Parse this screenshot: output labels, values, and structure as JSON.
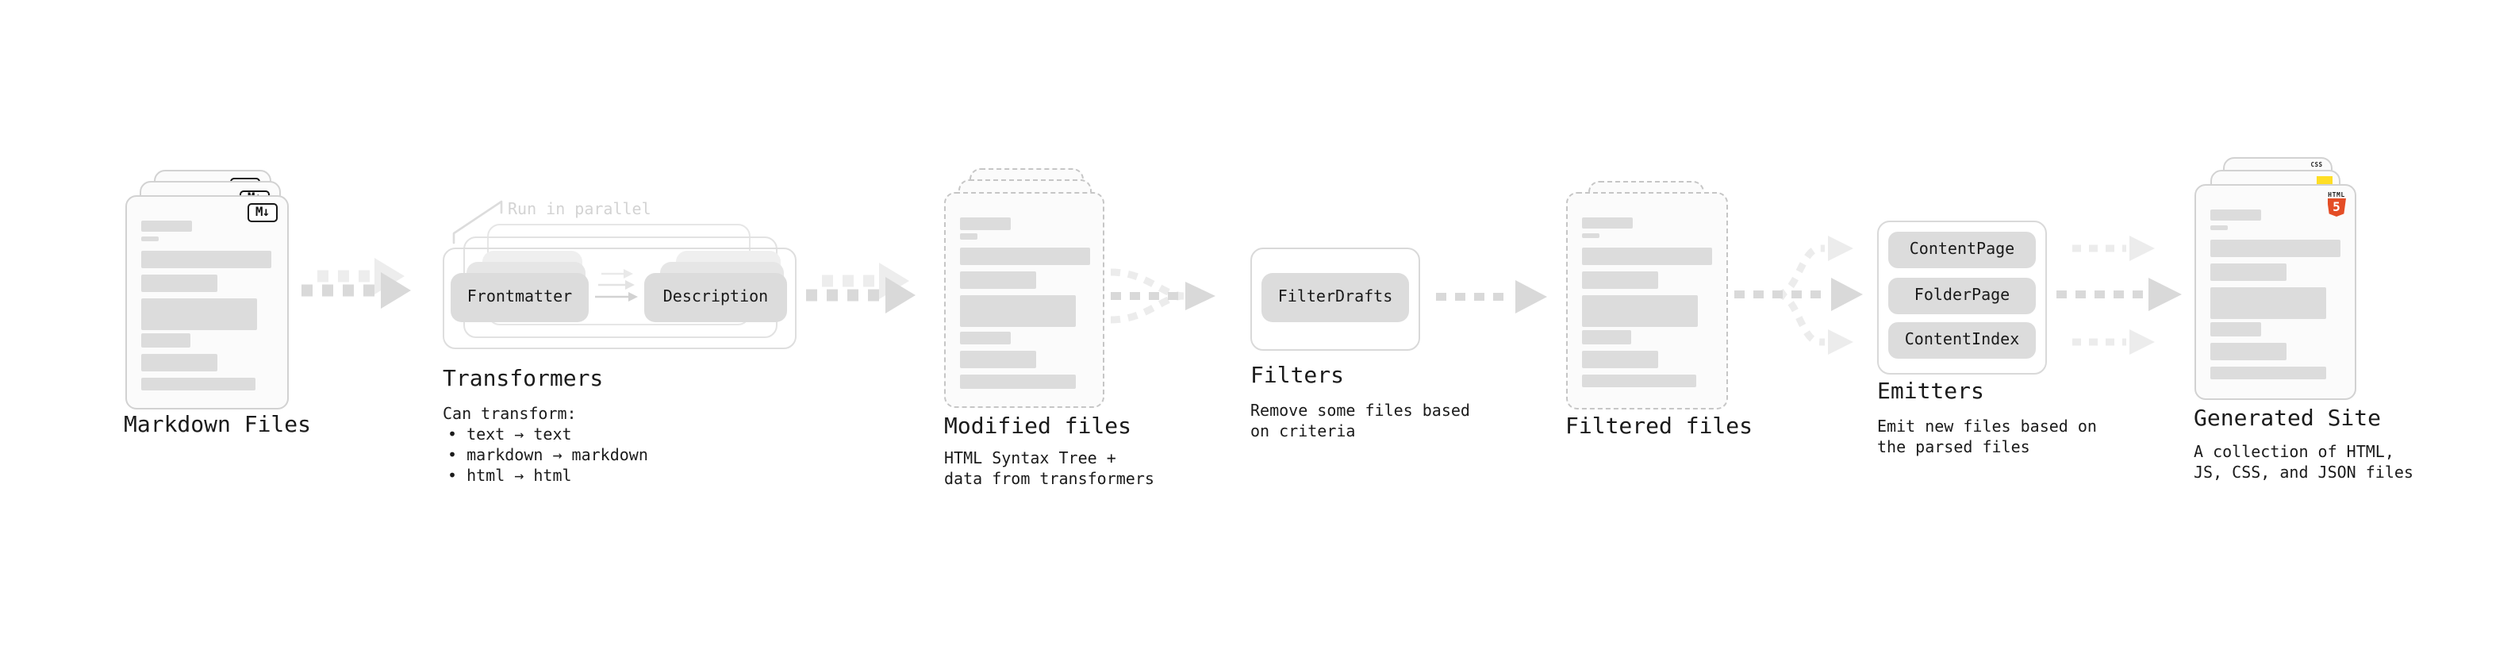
{
  "diagram": {
    "markdown_files": {
      "label": "Markdown Files",
      "badge": "M↓"
    },
    "transformers": {
      "label": "Transformers",
      "note": "Run in parallel",
      "pills": [
        "Frontmatter",
        "Description"
      ],
      "desc_title": "Can transform:",
      "bullets": [
        "• text → text",
        "• markdown → markdown",
        "• html → html"
      ]
    },
    "modified_files": {
      "label": "Modified files",
      "desc": "HTML Syntax Tree +\ndata from transformers"
    },
    "filters": {
      "label": "Filters",
      "pill": "FilterDrafts",
      "desc": "Remove some files based\non criteria"
    },
    "filtered_files": {
      "label": "Filtered files"
    },
    "emitters": {
      "label": "Emitters",
      "pills": [
        "ContentPage",
        "FolderPage",
        "ContentIndex"
      ],
      "desc": "Emit new files based on\nthe parsed files"
    },
    "generated_site": {
      "label": "Generated Site",
      "desc": "A collection of HTML,\nJS, CSS, and JSON files",
      "badges": {
        "css": "CSS",
        "html_label": "HTML",
        "html_number": "5"
      }
    },
    "colors": {
      "html5_orange": "#e44d26",
      "js_yellow": "#ffde25",
      "css_blue": "#2965f1",
      "arrow_gray": "#d9d9d9"
    }
  }
}
